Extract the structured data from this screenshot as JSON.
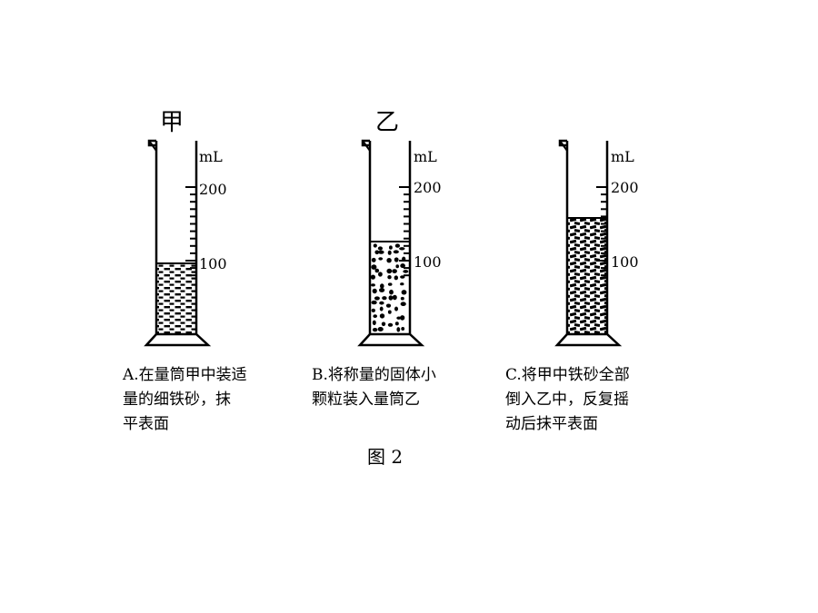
{
  "figure": {
    "title": "图 2",
    "unit": "mL",
    "tick_labels": [
      "200",
      "100"
    ],
    "cylinders": [
      {
        "label": "甲",
        "content": "fine-iron-sand",
        "caption_lines": [
          "A.在量筒甲中装适",
          "量的细铁砂，抹",
          "平表面"
        ]
      },
      {
        "label": "乙",
        "content": "solid-granules",
        "caption_lines": [
          "B.将称量的固体小",
          "颗粒装入量筒乙"
        ]
      },
      {
        "label": "",
        "content": "mixed-sand-granules",
        "caption_lines": [
          "C.将甲中铁砂全部",
          "倒入乙中，反复摇",
          "动后抹平表面"
        ]
      }
    ]
  }
}
